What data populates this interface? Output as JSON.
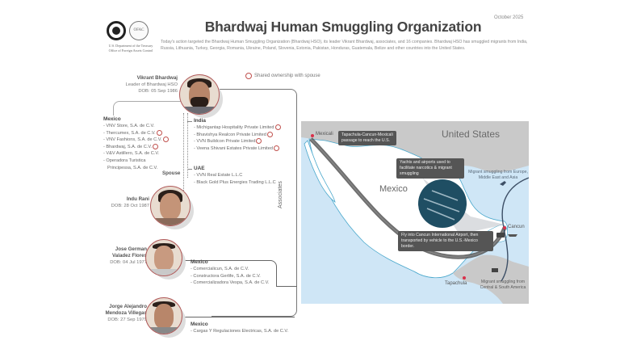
{
  "header": {
    "agency_line1": "U.S. Department of the Treasury",
    "agency_line2": "Office of Foreign Assets Control",
    "ofac_seal_text": "OFAC",
    "title": "Bhardwaj Human Smuggling Organization",
    "date": "October 2025",
    "intro": "Today's action targeted the Bhardwaj Human Smuggling Organization (Bhardwaj HSO), its leader Vikrant Bhardwaj, associates, and 16 companies. Bhardwaj HSO has smuggled migrants from India, Russia, Lithuania, Turkey, Georgia, Romania, Ukraine, Poland, Slovenia, Estonia, Pakistan, Honduras, Guatemala, Belize and other countries into the United States."
  },
  "legend": {
    "label": "Shared ownership with spouse",
    "color": "#c0504d"
  },
  "leader": {
    "name": "Vikrant Bhardwaj",
    "role": "Leader of Bhardwaj HSO",
    "dob": "DOB: 05 Sep 1986"
  },
  "leader_companies": {
    "mexico": {
      "heading": "Mexico",
      "items": [
        {
          "text": "- VNV Store, S.A. de C.V.",
          "shared": false
        },
        {
          "text": "- Thercumex, S.A. de C.V.",
          "shared": true
        },
        {
          "text": "- VNV Fashions, S.A. de C.V.",
          "shared": true
        },
        {
          "text": "- Bhardwaj, S.A. de C.V.",
          "shared": true
        },
        {
          "text": "- V&V Astillero, S.A. de C.V.",
          "shared": false
        },
        {
          "text": "- Operadora Turistica",
          "shared": false
        },
        {
          "text": "  Principessa, S.A. de C.V.",
          "shared": false
        }
      ]
    },
    "india": {
      "heading": "India",
      "items": [
        {
          "text": "- Michigantap Hospitality Private Limited",
          "shared": true
        },
        {
          "text": "- Bhavishya Realcon Private Limited",
          "shared": true
        },
        {
          "text": "- VVN Buildcon Private Limited",
          "shared": true
        },
        {
          "text": "- Veena Shivani Estates Private Limited",
          "shared": true
        }
      ]
    },
    "uae": {
      "heading": "UAE",
      "items": [
        {
          "text": "- VVN Real Estate L.L.C",
          "shared": false
        },
        {
          "text": "- Black Gold Plus Energies Trading L.L.C",
          "shared": false
        }
      ]
    }
  },
  "spouse": {
    "label": "Spouse",
    "name": "Indu Rani",
    "dob": "DOB: 28 Oct 1987"
  },
  "associates_label": "Associates",
  "associate1": {
    "name_line1": "Jose German",
    "name_line2": "Valadez Flores",
    "dob": "DOB: 04 Jul 1977",
    "heading": "Mexico",
    "items": [
      "- Comercialicun, S.A. de C.V.",
      "- Constructora Gerlife, S.A. de C.V.",
      "- Comercializadora Vespa, S.A. de C.V."
    ]
  },
  "associate2": {
    "name_line1": "Jorge Alejandro",
    "name_line2": "Mendoza Villegas",
    "dob": "DOB: 27 Sep 1979",
    "heading": "Mexico",
    "items": [
      "- Cargas Y Regulaciones Electricas, S.A. de C.V."
    ]
  },
  "map": {
    "country_us": "United States",
    "country_mexico": "Mexico",
    "city_mexicali": "Mexicali",
    "city_cancun": "Cancun",
    "city_tapachula": "Tapachula",
    "callout_passage": "Tapachula-Cancun-Mexicali passage to reach the U.S.",
    "callout_yachts": "Yachts and airports used to facilitate narcotics & migrant smuggling",
    "callout_airport": "Fly into Cancun International Airport, then transported by vehicle to the U.S.-Mexico border.",
    "note_europe": "Migrant smuggling from Europe, Middle East and Asia",
    "note_central": "Migrant smuggling from Central & South America",
    "colors": {
      "water": "#cfe6f6",
      "land_us": "#c9c9c9",
      "land_mexico": "#ffffff",
      "route": "#555555",
      "city_dot": "#d9304a"
    }
  }
}
